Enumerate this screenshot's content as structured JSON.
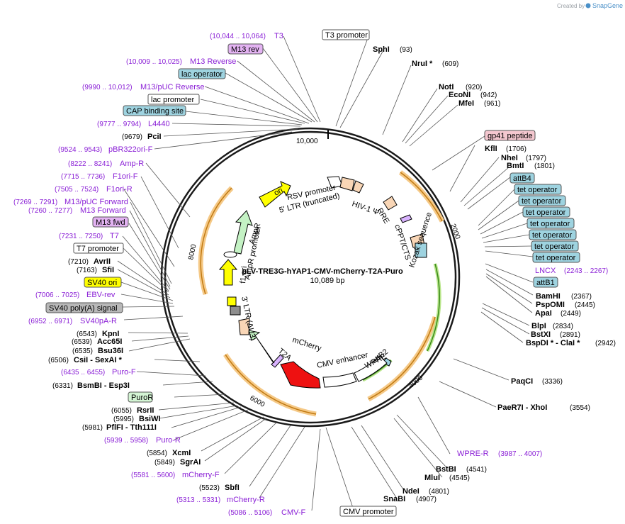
{
  "credit": {
    "prefix": "Created by",
    "brand": "SnapGene"
  },
  "plasmid": {
    "name": "pLV-TRE3G-hYAP1-CMV-mCherry-T2A-Puro",
    "size": "10,089 bp"
  },
  "ticks": [
    "2000",
    "4000",
    "6000",
    "8000",
    "10,000"
  ],
  "features": [
    {
      "label": "RSV promoter",
      "color": "#f9d6b6"
    },
    {
      "label": "5' LTR (truncated)",
      "color": "#f9d6b6"
    },
    {
      "label": "HIV-1 Ψ",
      "color": "#ffffff"
    },
    {
      "label": "RRE",
      "color": "#f9d6b6"
    },
    {
      "label": "cPPT/CTS",
      "color": "#f9d6b6"
    },
    {
      "label": "Kozak sequence",
      "color": "#ffffff"
    },
    {
      "label": "attB2",
      "color": "#9ed3e0"
    },
    {
      "label": "WPRE",
      "color": "#ffffff"
    },
    {
      "label": "CMV enhancer",
      "color": "#ffffff"
    },
    {
      "label": "mCherry",
      "color": "#ee1111"
    },
    {
      "label": "T2A",
      "color": "#d9b3ff"
    },
    {
      "label": "3' LTR (ΔU3)",
      "color": "#f9d6b6"
    },
    {
      "label": "AmpR promoter",
      "color": "#ffffff"
    },
    {
      "label": "AmpR",
      "color": "#c4f2c4"
    },
    {
      "label": "f1 ori",
      "color": "#8e8e8e"
    },
    {
      "label": "ori",
      "color": "#ffff00"
    }
  ],
  "labels": {
    "t3promoter": "T3 promoter",
    "sphi": "SphI",
    "sphi_pos": "(93)",
    "nrui": "NruI *",
    "nrui_pos": "(609)",
    "noti": "NotI",
    "noti_pos": "(920)",
    "econi": "EcoNI",
    "econi_pos": "(942)",
    "mfei": "MfeI",
    "mfei_pos": "(961)",
    "gp41": "gp41 peptide",
    "kfli": "KflI",
    "kfli_pos": "(1706)",
    "nhei": "NheI",
    "nhei_pos": "(1797)",
    "bmti": "BmtI",
    "bmti_pos": "(1801)",
    "attb4": "attB4",
    "tetop": "tet operator",
    "lncx": "LNCX",
    "lncx_pos": "(2243 .. 2267)",
    "attb1": "attB1",
    "bamhi": "BamHI",
    "bamhi_pos": "(2367)",
    "pspomi": "PspOMI",
    "pspomi_pos": "(2445)",
    "apai": "ApaI",
    "apai_pos": "(2449)",
    "blpi": "BlpI",
    "blpi_pos": "(2834)",
    "bstxi": "BstXI",
    "bstxi_pos": "(2891)",
    "bspdi": "BspDI *  - ClaI *",
    "bspdi_pos": "(2942)",
    "paqci": "PaqCI",
    "paqci_pos": "(3336)",
    "paer7i": "PaeR7I  - XhoI",
    "paer7i_pos": "(3554)",
    "wprer": "WPRE-R",
    "wprer_pos": "(3987 .. 4007)",
    "bstbi": "BstBI",
    "bstbi_pos": "(4541)",
    "mlui": "MluI",
    "mlui_pos": "(4545)",
    "ndei": "NdeI",
    "ndei_pos": "(4801)",
    "snabi": "SnaBI",
    "snabi_pos": "(4907)",
    "cmvpromoter": "CMV promoter",
    "cmvf": "CMV-F",
    "cmvf_pos": "(5086 .. 5106)",
    "mcherryr": "mCherry-R",
    "mcherryr_pos": "(5313 .. 5331)",
    "sbfi": "SbfI",
    "sbfi_pos": "(5523)",
    "mcherryf": "mCherry-F",
    "mcherryf_pos": "(5581 .. 5600)",
    "sgrai": "SgrAI",
    "sgrai_pos": "(5849)",
    "xcmi": "XcmI",
    "xcmi_pos": "(5854)",
    "puror_primer": "Puro-R",
    "puror_primer_pos": "(5939 .. 5958)",
    "pflfi": "PflFI  - Tth111I",
    "pflfi_pos": "(5981)",
    "bsiwi": "BsiWI",
    "bsiwi_pos": "(5995)",
    "rsrii": "RsrII",
    "rsrii_pos": "(6055)",
    "puror_feat": "PuroR",
    "bsmbi": "BsmBI  - Esp3I",
    "bsmbi_pos": "(6331)",
    "purof": "Puro-F",
    "purof_pos": "(6435 .. 6455)",
    "csii": "CsiI  - SexAI *",
    "csii_pos": "(6506)",
    "bsu36i": "Bsu36I",
    "bsu36i_pos": "(6535)",
    "acc65i": "Acc65I",
    "acc65i_pos": "(6539)",
    "kpni": "KpnI",
    "kpni_pos": "(6543)",
    "sv40par": "SV40pA-R",
    "sv40par_pos": "(6952 .. 6971)",
    "sv40polya": "SV40 poly(A) signal",
    "ebvrev": "EBV-rev",
    "ebvrev_pos": "(7006 .. 7025)",
    "sv40ori": "SV40 ori",
    "sfii": "SfiI",
    "sfii_pos": "(7163)",
    "avrii": "AvrII",
    "avrii_pos": "(7210)",
    "t7promoter": "T7 promoter",
    "t7": "T7",
    "t7_pos": "(7231 .. 7250)",
    "m13fwd": "M13 fwd",
    "m13forward": "M13 Forward",
    "m13forward_pos": "(7260 .. 7277)",
    "m13pucforward": "M13/pUC Forward",
    "m13pucforward_pos": "(7269 .. 7291)",
    "f1orir": "F1ori-R",
    "f1orir_pos": "(7505 .. 7524)",
    "f1orif": "F1ori-F",
    "f1orif_pos": "(7715 .. 7736)",
    "ampr_primer": "Amp-R",
    "ampr_primer_pos": "(8222 .. 8241)",
    "pbr322": "pBR322ori-F",
    "pbr322_pos": "(9524 .. 9543)",
    "pcii": "PciI",
    "pcii_pos": "(9679)",
    "l4440": "L4440",
    "l4440_pos": "(9777 .. 9794)",
    "cap": "CAP binding site",
    "lacpromoter": "lac promoter",
    "m13pucrev": "M13/pUC Reverse",
    "m13pucrev_pos": "(9990 .. 10,012)",
    "lacoperator": "lac operator",
    "m13reverse": "M13 Reverse",
    "m13reverse_pos": "(10,009 .. 10,025)",
    "m13rev": "M13 rev",
    "t3": "T3",
    "t3_pos": "(10,044 .. 10,064)"
  }
}
